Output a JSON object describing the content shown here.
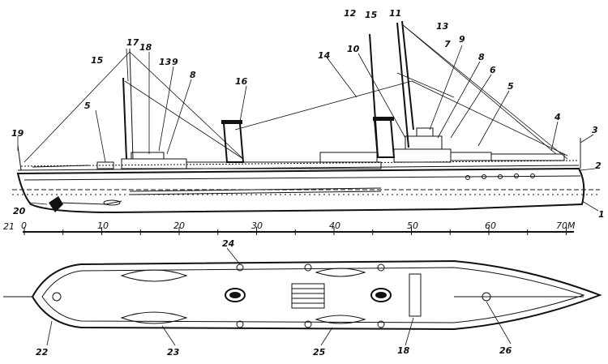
{
  "scale": {
    "ticks": [
      "0",
      "10",
      "20",
      "30",
      "40",
      "50",
      "60",
      "70M"
    ],
    "origin_label": "21"
  },
  "callouts": [
    "1",
    "2",
    "3",
    "4",
    "5",
    "5",
    "6",
    "7",
    "8",
    "8",
    "9",
    "9",
    "10",
    "11",
    "12",
    "13",
    "13",
    "14",
    "15",
    "15",
    "16",
    "17",
    "18",
    "18",
    "19",
    "20",
    "22",
    "23",
    "24",
    "25",
    "26"
  ]
}
